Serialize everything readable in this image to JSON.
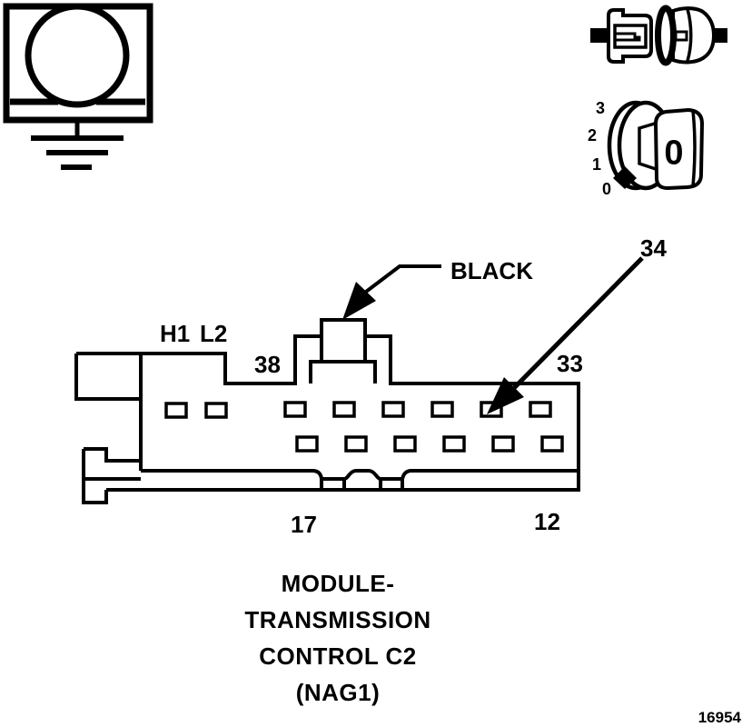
{
  "connector_drawing": {
    "wire_color_label": "BLACK",
    "pin_callout": "34",
    "pins": {
      "h_row": {
        "count": 2,
        "labels": [
          "H1",
          "L2"
        ]
      },
      "top_row": {
        "count": 6,
        "first": "38",
        "last": "33"
      },
      "bottom_row": {
        "count": 6,
        "first": "17",
        "last": "12"
      }
    }
  },
  "ignition_switch": {
    "positions": [
      "3",
      "2",
      "1",
      "0"
    ],
    "key_label": "0"
  },
  "icons": {
    "top_left": "bulb-ground-symbol",
    "top_right": "inline-connector-icon",
    "right": "ignition-key-positions-icon"
  },
  "caption": {
    "line1": "MODULE-",
    "line2": "TRANSMISSION",
    "line3": "CONTROL C2",
    "line4": "(NAG1)"
  },
  "figure_number": "16954",
  "colors": {
    "ink": "#000000",
    "paper": "#ffffff"
  }
}
